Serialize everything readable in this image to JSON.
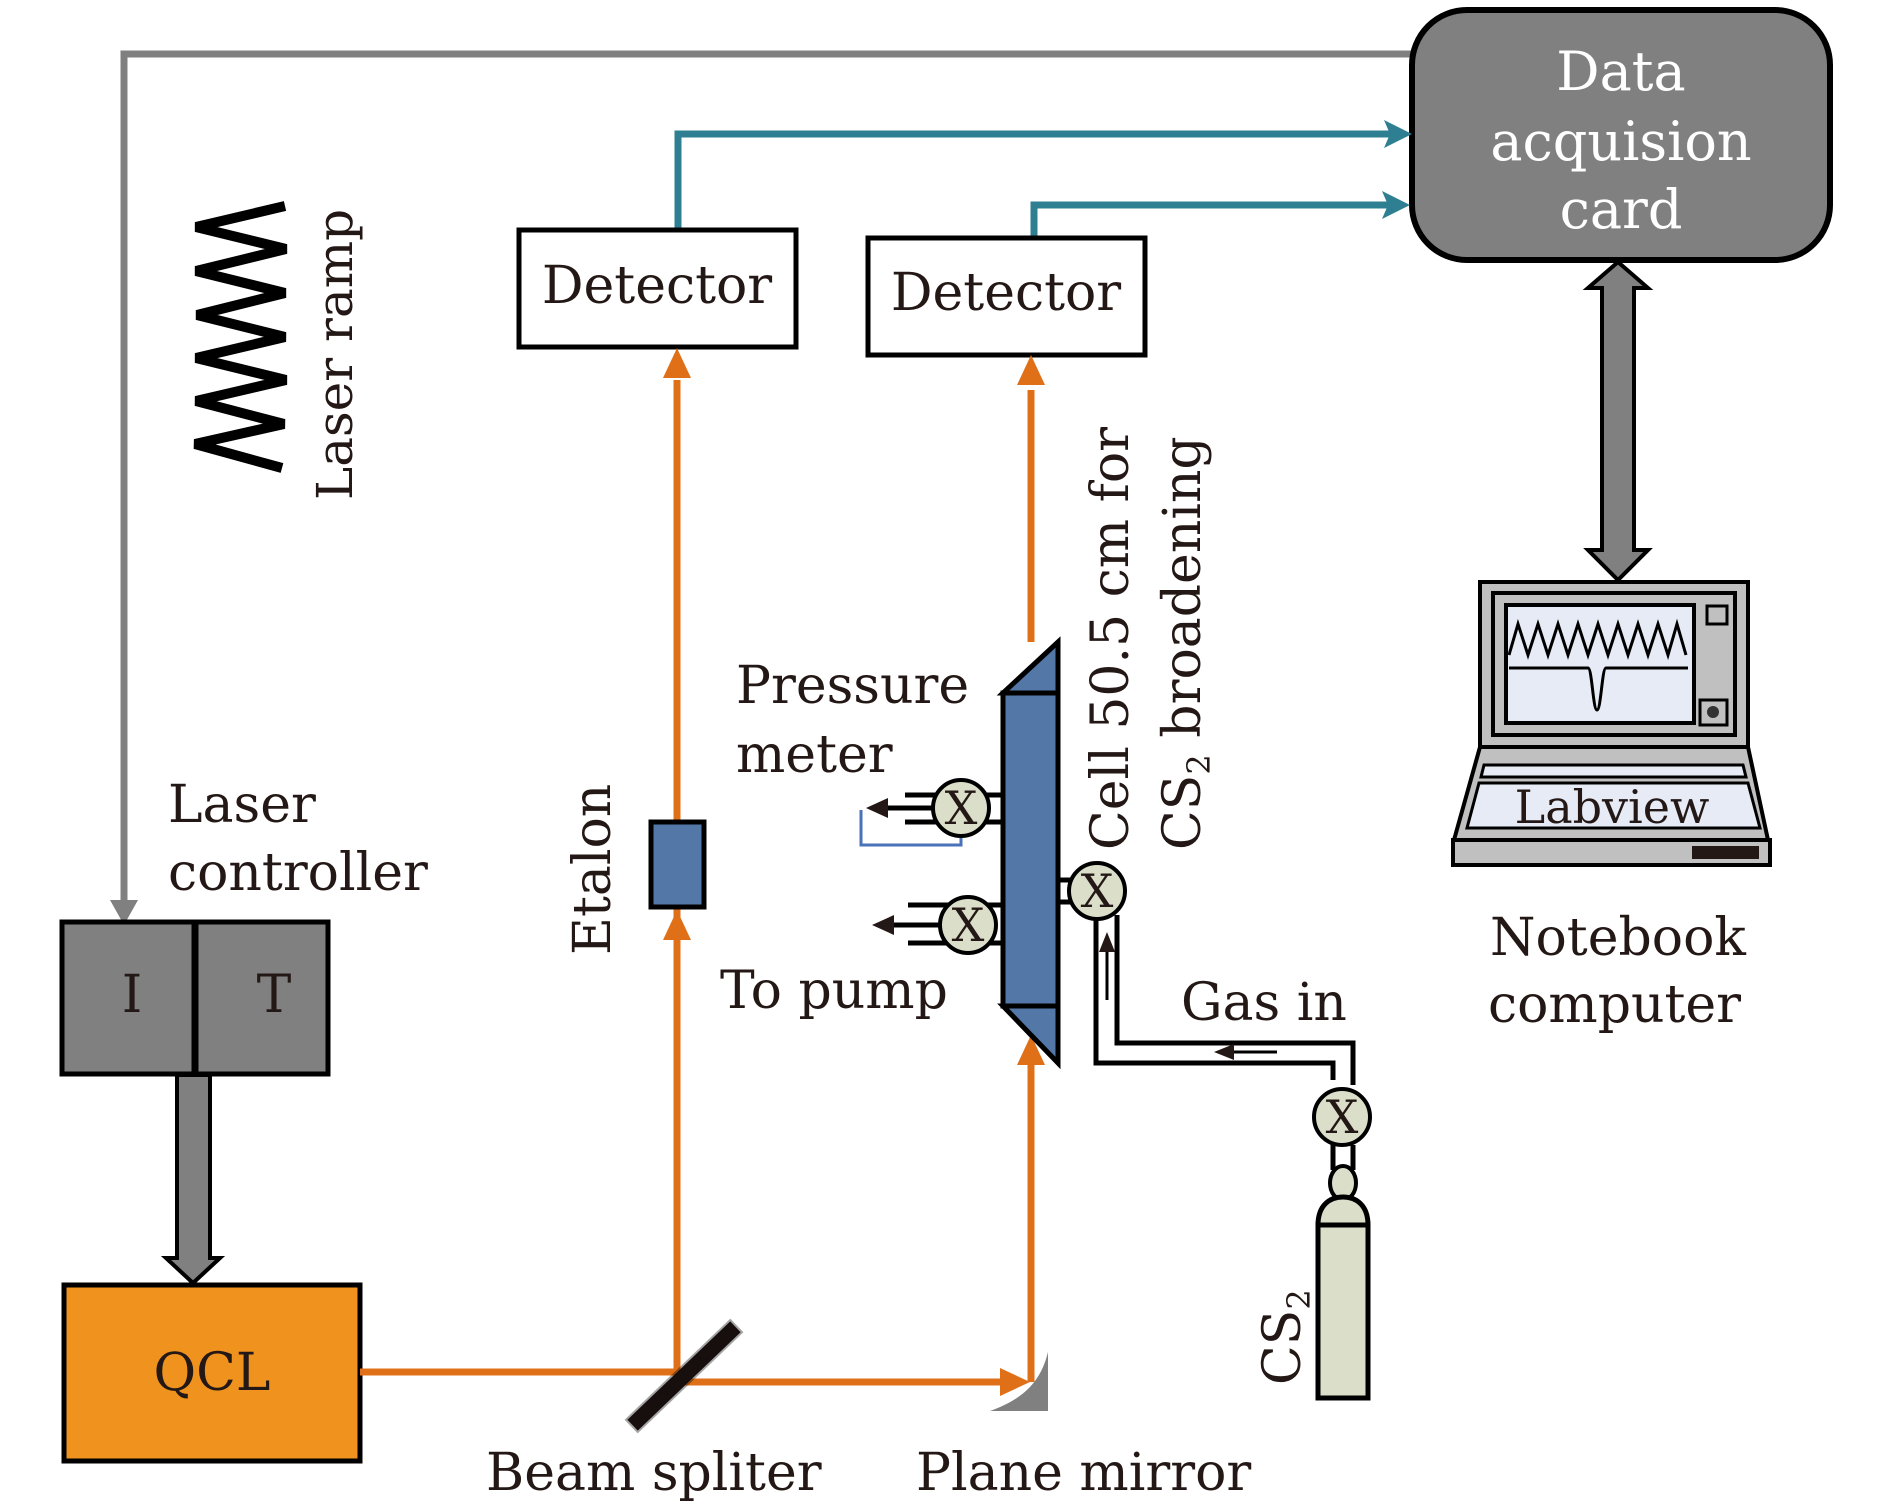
{
  "figure": {
    "title": "QCL absorption spectroscopy setup for CS2 broadening",
    "colors": {
      "laser_beam": "#e07018",
      "signal_line": "#2e7f92",
      "control_line": "#808080",
      "qcl_fill": "#f0921e",
      "controller_fill": "#808080",
      "daq_fill": "#808080",
      "cell_fill": "#5378a8",
      "valve_fill": "#dbdfc9",
      "cylinder_fill": "#dbdfc9",
      "laptop_body": "#c0c0c0",
      "laptop_screen": "#e6ebf5"
    }
  },
  "labels": {
    "daq_line1": "Data",
    "daq_line2": "acquision",
    "daq_line3": "card",
    "detector_1": "Detector",
    "detector_2": "Detector",
    "laser_ramp": "Laser ramp",
    "laser_controller_line1": "Laser",
    "laser_controller_line2": "controller",
    "controller_i": "I",
    "controller_t": "T",
    "qcl": "QCL",
    "etalon": "Etalon",
    "pressure_meter_line1": "Pressure",
    "pressure_meter_line2": "meter",
    "to_pump": "To pump",
    "cell_line1": "Cell 50.5 cm for",
    "cell_line2_prefix": "CS",
    "cell_line2_sub": "2",
    "cell_line2_suffix": " broadening",
    "gas_in": "Gas in",
    "cylinder_prefix": "CS",
    "cylinder_sub": "2",
    "beam_splitter": "Beam spliter",
    "plane_mirror": "Plane mirror",
    "labview": "Labview",
    "notebook_line1": "Notebook",
    "notebook_line2": "computer",
    "valve_mark": "X"
  }
}
